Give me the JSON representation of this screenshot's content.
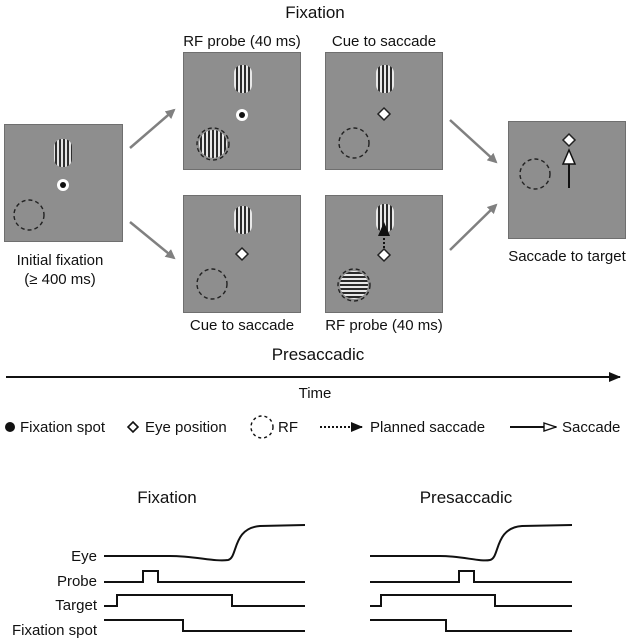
{
  "headers": {
    "fixation_title": "Fixation",
    "presaccadic_title": "Presaccadic"
  },
  "panels": {
    "initial_caption_line1": "Initial fixation",
    "initial_caption_line2": "(≥ 400 ms)",
    "fix_rf_probe_label": "RF probe (40 ms)",
    "fix_cue_label": "Cue to saccade",
    "pre_cue_label": "Cue to saccade",
    "pre_rf_probe_label": "RF probe (40 ms)",
    "final_caption": "Saccade to target"
  },
  "timeline": {
    "label": "Time"
  },
  "legend": {
    "fixation_spot": "Fixation spot",
    "eye_position": "Eye position",
    "rf": "RF",
    "planned_saccade": "Planned saccade",
    "saccade": "Saccade"
  },
  "traces": {
    "fixation_title": "Fixation",
    "presaccadic_title": "Presaccadic",
    "row_labels": [
      "Eye",
      "Probe",
      "Target",
      "Fixation spot"
    ]
  },
  "colors": {
    "panel_gray": "#8e8e8e",
    "arrow_gray": "#808080",
    "ink": "#111111"
  }
}
